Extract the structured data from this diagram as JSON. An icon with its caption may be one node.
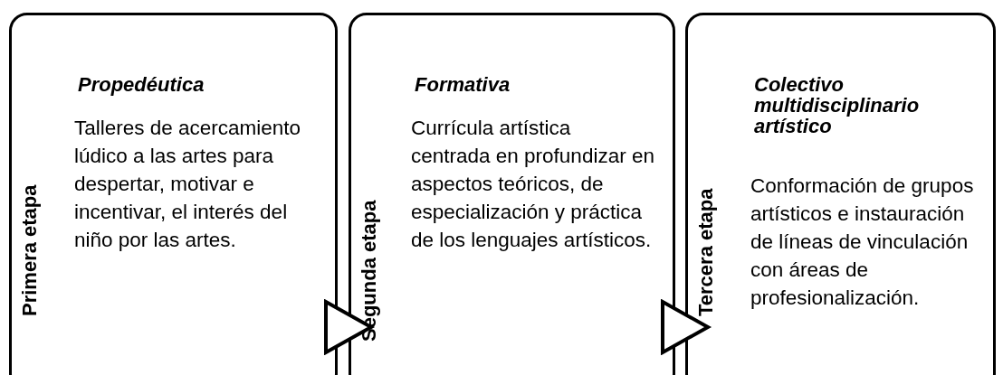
{
  "diagram": {
    "nodes": [
      {
        "text": [
          "Primera etapa",
          "Propedéutica",
          "Talleres de acercamiento lúdico a las artes para despertar, motivar e incentivar, el interés del niño por las artes."
        ]
      },
      {
        "text": [
          "Segunda etapa",
          "Formativa",
          "Currícula artística centrada en profundizar en aspectos teóricos, de especialización y práctica de los lenguajes artísticos."
        ]
      },
      {
        "text": [
          "Tercera etapa",
          "Colectivo multidisciplinario artístico",
          "Conformación de grupos artísticos e instauración de líneas de vinculación con áreas de profesionalización."
        ]
      }
    ],
    "edges": [
      {
        "from": 0,
        "to": 1,
        "arrow": "to"
      },
      {
        "from": 1,
        "to": 2,
        "arrow": "to"
      }
    ]
  }
}
